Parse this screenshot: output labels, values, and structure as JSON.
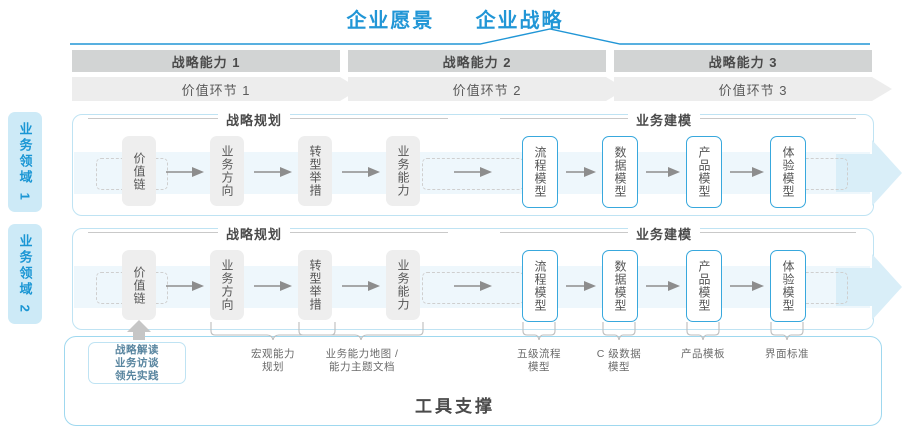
{
  "header": {
    "vision": "企业愿景",
    "strategy": "企业战略"
  },
  "capabilities": [
    {
      "label": "战略能力 1",
      "value_stage": "价值环节 1"
    },
    {
      "label": "战略能力 2",
      "value_stage": "价值环节 2"
    },
    {
      "label": "战略能力 3",
      "value_stage": "价值环节 3"
    }
  ],
  "domains": [
    {
      "label": "业务领域 1"
    },
    {
      "label": "业务领域 2"
    }
  ],
  "sections": {
    "planning": "战略规划",
    "modeling": "业务建模"
  },
  "flow": {
    "planning_nodes": [
      "价值链",
      "业务方向",
      "转型举措",
      "业务能力"
    ],
    "modeling_nodes": [
      "流程模型",
      "数据模型",
      "产品模型",
      "体验模型"
    ]
  },
  "tool_support": {
    "title": "工具支撑",
    "notes": [
      "战略解读\n业务访谈\n领先实践",
      "宏观能力\n规划",
      "业务能力地图 /\n能力主题文档",
      "五级流程\n模型",
      "C 级数据\n模型",
      "产品模板",
      "界面标准"
    ]
  },
  "colors": {
    "accent": "#2196d6",
    "band": "#eef7fc",
    "bar": "#d2d4d4",
    "chevron": "#ededed",
    "node_blue_border": "#38a8dd",
    "node_grey": "#eeeeee",
    "tab_bg": "#cdeaf7"
  }
}
